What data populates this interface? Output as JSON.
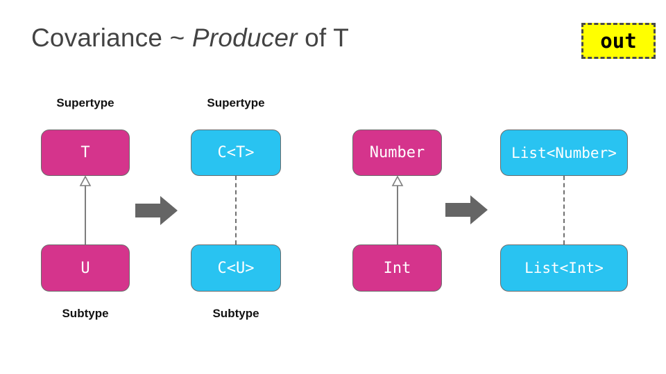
{
  "title": {
    "prefix": "Covariance ~ ",
    "emphasis": "Producer",
    "suffix": " of T"
  },
  "badge": {
    "label": "out"
  },
  "colors": {
    "pink": "#d5348c",
    "cyan": "#29c3f1",
    "arrow_gray": "#656565",
    "line_gray": "#7d7d7d",
    "title_gray": "#434343",
    "badge_yellow": "#ffff00"
  },
  "groups": [
    {
      "top_label": "Supertype",
      "bottom_label": "Subtype",
      "top_box": {
        "text": "T",
        "color": "pink"
      },
      "bottom_box": {
        "text": "U",
        "color": "pink"
      },
      "connector": "inheritance-arrow"
    },
    {
      "top_label": "Supertype",
      "bottom_label": "Subtype",
      "top_box": {
        "text": "C<T>",
        "color": "cyan"
      },
      "bottom_box": {
        "text": "C<U>",
        "color": "cyan"
      },
      "connector": "dashed-line"
    },
    {
      "top_box": {
        "text": "Number",
        "color": "pink"
      },
      "bottom_box": {
        "text": "Int",
        "color": "pink"
      },
      "connector": "inheritance-arrow"
    },
    {
      "top_box": {
        "text": "List<Number>",
        "color": "cyan"
      },
      "bottom_box": {
        "text": "List<Int>",
        "color": "cyan"
      },
      "connector": "dashed-line"
    }
  ]
}
